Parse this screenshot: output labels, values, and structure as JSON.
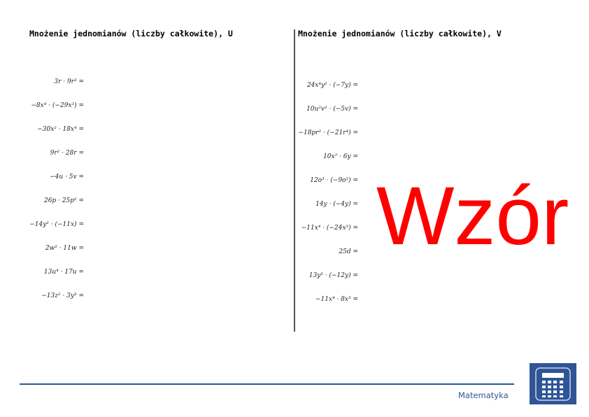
{
  "left": {
    "title": "Mnożenie jednomianów (liczby całkowite), U",
    "items": [
      "3r · 9r³ =",
      "−8x⁴ · (−29x³) =",
      "−30x² · 18x⁴ =",
      "9r² · 28r =",
      "−4u · 5v =",
      "26p · 25p² =",
      "−14y² · (−11x) =",
      "2w² · 11w =",
      "13u⁴ · 17u =",
      "−13z² · 3y³ ="
    ]
  },
  "right": {
    "title": "Mnożenie jednomianów (liczby całkowite), V",
    "items": [
      "24x⁴y² · (−7y) =",
      "10u²v² · (−5v) =",
      "−18pr² · (−21r⁴) =",
      "10x² · 6y =",
      "12o³ · (−9o²) =",
      "14y · (−4y) =",
      "−11x⁴ · (−24x³) =",
      "25d =",
      "13y³ · (−12y) =",
      "−11x⁴ · 8x³ ="
    ]
  },
  "footer": {
    "label": "Matematyka",
    "logo_icon": "calculator-icon",
    "accent": "#2f5597"
  },
  "watermark": {
    "text": "Wzór",
    "color": "#ff0000"
  }
}
